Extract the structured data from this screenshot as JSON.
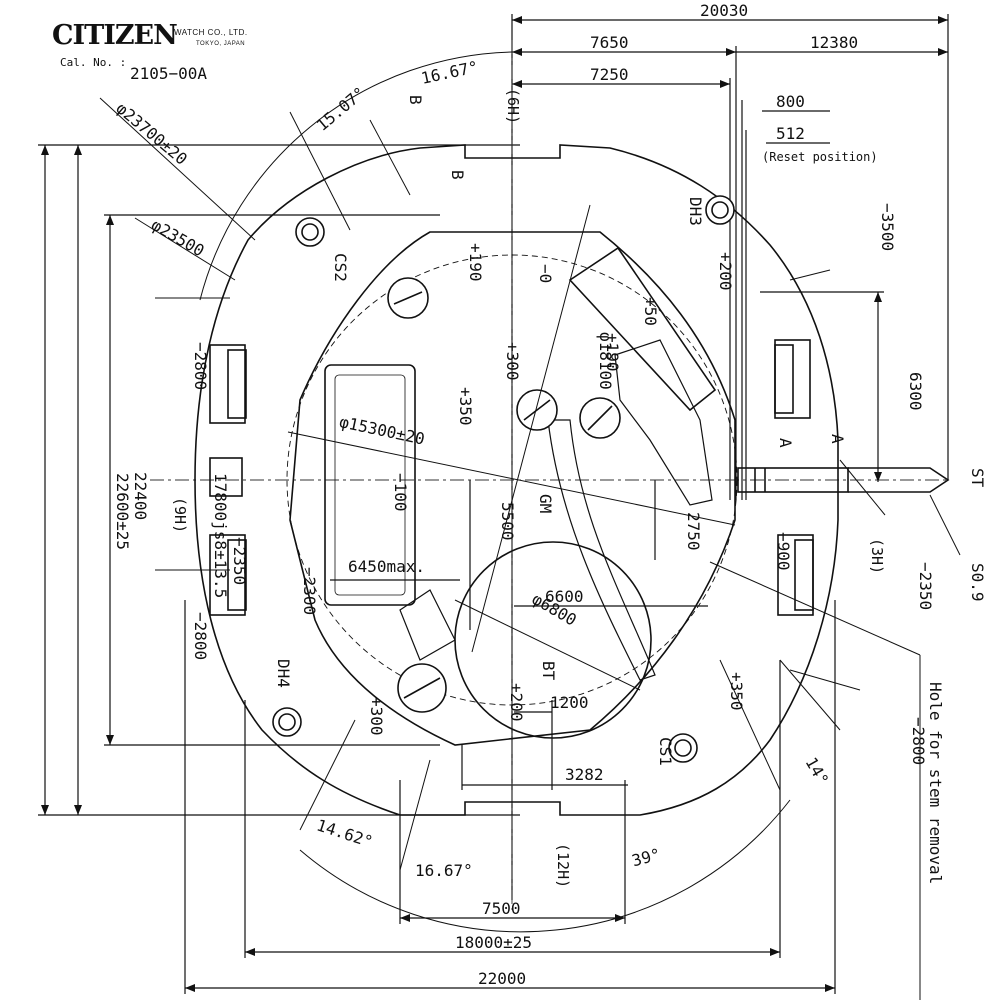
{
  "header": {
    "brand": "CITIZEN",
    "company": "WATCH CO., LTD.",
    "city": "TOKYO, JAPAN",
    "cal_label": "Cal. No. :",
    "cal_no": "2105−00A"
  },
  "labels": {
    "d20030": "20030",
    "d7650": "7650",
    "d12380": "12380",
    "d7250": "7250",
    "d800": "800",
    "d512": "512",
    "reset": "(Reset position)",
    "a1667top": "16.67°",
    "a1507": "15.07°",
    "b1": "B",
    "b2": "B",
    "h6": "(6H)",
    "phi23700": "φ23700±20",
    "phi23500": "φ23500",
    "cs2": "CS2",
    "cs1": "CS1",
    "dh3": "DH3",
    "dh4": "DH4",
    "p190a": "+190",
    "p200a": "+200",
    "m0": "−0",
    "m3500": "−3500",
    "p50": "+50",
    "p190b": "+190",
    "phi18100": "φ18100",
    "p300a": "+300",
    "m2800a": "−2800",
    "p350a": "+350",
    "d6300": "6300",
    "a1": "A",
    "a2": "A",
    "d17800": "17800js8±13.5",
    "d22400": "22400",
    "d22600": "22600±25",
    "phi15300": "φ15300±20",
    "m100": "−100",
    "d5500": "5500",
    "gm": "GM",
    "d2750": "2750",
    "m900": "−900",
    "h3": "(3H)",
    "m2350a": "−2350",
    "s09": "S0.9",
    "st": "ST",
    "h9": "(9H)",
    "m2350b": "−2350",
    "m2300": "−2300",
    "d6450": "6450max.",
    "d6600": "6600",
    "phi6800": "φ6800",
    "m2800b": "−2800",
    "bt": "BT",
    "p200b": "+200",
    "d1200": "1200",
    "p350b": "+350",
    "p300b": "+300",
    "m2800c": "−2800",
    "hole": "Hole for stem removal",
    "d14": "14°",
    "d3282": "3282",
    "h12": "(12H)",
    "a1462": "14.62°",
    "a1667b": "16.67°",
    "a39": "39°",
    "d7500": "7500",
    "d18000": "18000±25",
    "d22000": "22000"
  }
}
